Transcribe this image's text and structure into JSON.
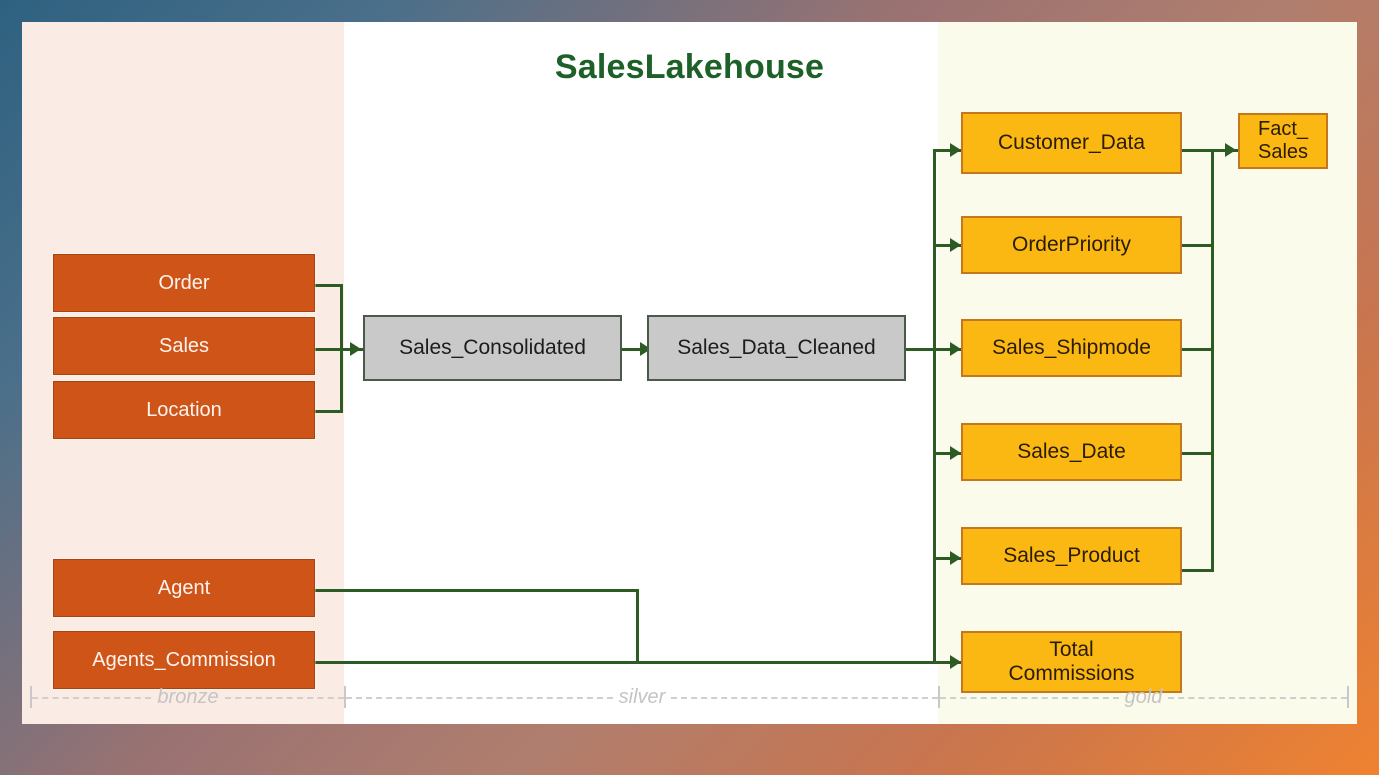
{
  "diagram": {
    "title": "SalesLakehouse",
    "title_color": "#1d6128",
    "edge_color": "#2c5c24",
    "layers": [
      {
        "key": "bronze",
        "label": "bronze",
        "background": "#faebe5"
      },
      {
        "key": "silver",
        "label": "silver",
        "background": "#ffffff"
      },
      {
        "key": "gold",
        "label": "gold",
        "background": "#fbfbec"
      }
    ],
    "bronze_nodes": [
      {
        "label": "Order"
      },
      {
        "label": "Sales"
      },
      {
        "label": "Location"
      },
      {
        "label": "Agent"
      },
      {
        "label": "Agents_Commission"
      }
    ],
    "silver_nodes": [
      {
        "label": "Sales_Consolidated"
      },
      {
        "label": "Sales_Data_Cleaned"
      }
    ],
    "gold_nodes": [
      {
        "label": "Customer_Data"
      },
      {
        "label": "OrderPriority"
      },
      {
        "label": "Sales_Shipmode"
      },
      {
        "label": "Sales_Date"
      },
      {
        "label": "Sales_Product"
      },
      {
        "label_line1": "Total",
        "label_line2": "Commissions"
      }
    ],
    "fact_node": {
      "label_line1": "Fact_",
      "label_line2": "Sales"
    },
    "colors": {
      "bronze_fill": "#cf5418",
      "bronze_text": "#fdf3ee",
      "silver_fill": "#c9c9c9",
      "silver_border": "#4a5a4a",
      "gold_fill": "#fbb812",
      "gold_border": "#c4771d",
      "frame_start": "#2e6180",
      "frame_end": "#ef8230"
    }
  }
}
